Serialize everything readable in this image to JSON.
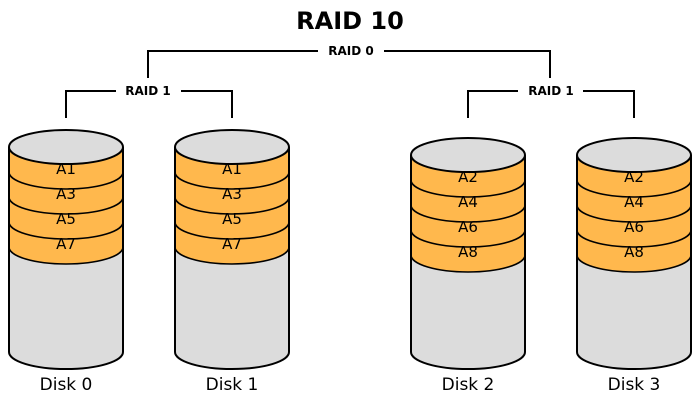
{
  "title": "RAID 10",
  "top_group": {
    "label": "RAID 0"
  },
  "mirror_groups": [
    {
      "label": "RAID 1"
    },
    {
      "label": "RAID 1"
    }
  ],
  "disks": [
    {
      "label": "Disk 0",
      "blocks": [
        "A1",
        "A3",
        "A5",
        "A7"
      ]
    },
    {
      "label": "Disk 1",
      "blocks": [
        "A1",
        "A3",
        "A5",
        "A7"
      ]
    },
    {
      "label": "Disk 2",
      "blocks": [
        "A2",
        "A4",
        "A6",
        "A8"
      ]
    },
    {
      "label": "Disk 3",
      "blocks": [
        "A2",
        "A4",
        "A6",
        "A8"
      ]
    }
  ],
  "colors": {
    "block_fill": "#ffb84d",
    "disk_body": "#dcdcdc",
    "stroke": "#000000"
  }
}
